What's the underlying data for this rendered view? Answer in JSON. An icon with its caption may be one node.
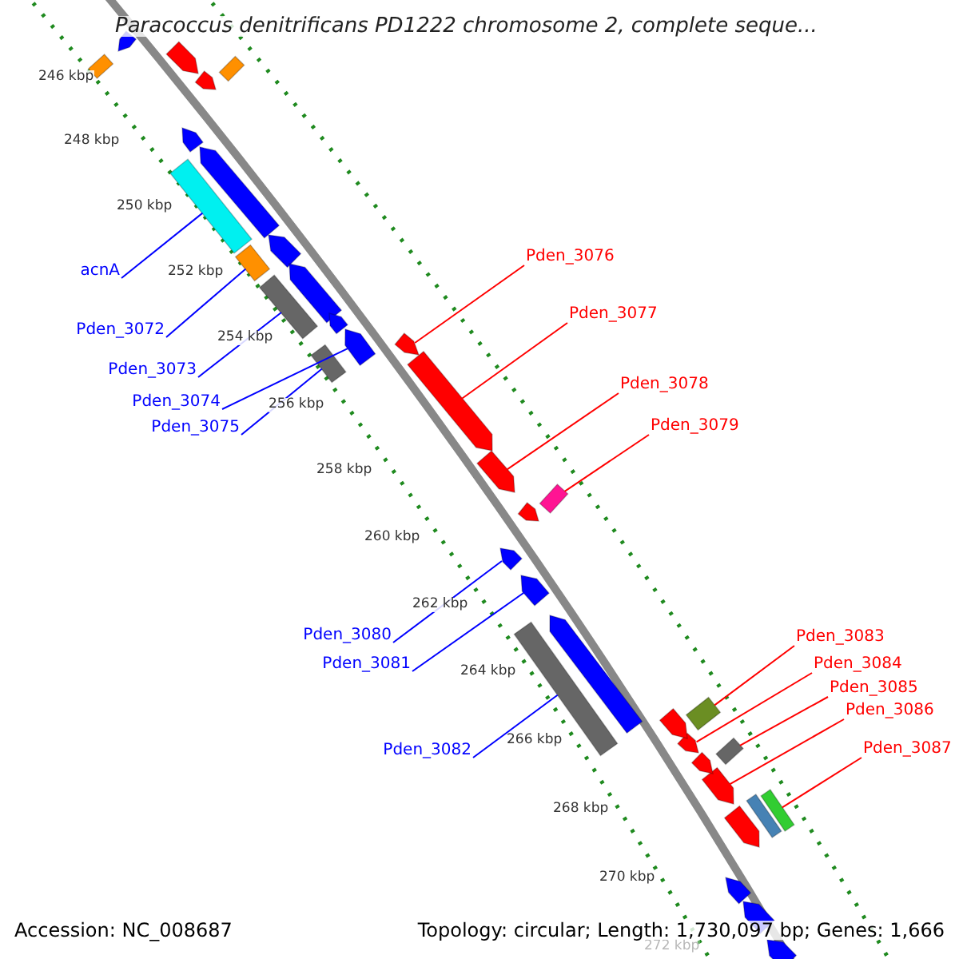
{
  "diagram": {
    "title": "Paracoccus denitrificans PD1222 chromosome 2, complete seque...",
    "nodes": [
      {
        "text": [
          "acnA"
        ]
      },
      {
        "text": [],
        "shape": "box"
      },
      {
        "text": [
          "Pden_3072"
        ]
      },
      {
        "text": [],
        "shape": "box"
      },
      {
        "text": [
          "Pden_3073"
        ]
      },
      {
        "text": [],
        "shape": "box"
      },
      {
        "text": [
          "Pden_3074"
        ]
      },
      {
        "text": [],
        "shape": "arrow"
      },
      {
        "text": [
          "Pden_3075"
        ]
      },
      {
        "text": [],
        "shape": "box"
      },
      {
        "text": [
          "Pden_3076"
        ]
      },
      {
        "text": [],
        "shape": "arrow"
      },
      {
        "text": [
          "Pden_3077"
        ]
      },
      {
        "text": [],
        "shape": "arrow"
      },
      {
        "text": [
          "Pden_3078"
        ]
      },
      {
        "text": [],
        "shape": "arrow"
      },
      {
        "text": [
          "Pden_3079"
        ]
      },
      {
        "text": [],
        "shape": "box"
      },
      {
        "text": [
          "Pden_3080"
        ]
      },
      {
        "text": [],
        "shape": "arrow"
      },
      {
        "text": [
          "Pden_3081"
        ]
      },
      {
        "text": [],
        "shape": "arrow"
      },
      {
        "text": [
          "Pden_3082"
        ]
      },
      {
        "text": [],
        "shape": "box"
      },
      {
        "text": [
          "Pden_3083"
        ]
      },
      {
        "text": [],
        "shape": "box"
      },
      {
        "text": [
          "Pden_3084"
        ]
      },
      {
        "text": [],
        "shape": "arrow"
      },
      {
        "text": [
          "Pden_3085"
        ]
      },
      {
        "text": [],
        "shape": "box"
      },
      {
        "text": [
          "Pden_3086"
        ]
      },
      {
        "text": [],
        "shape": "arrow"
      },
      {
        "text": [
          "Pden_3087"
        ]
      },
      {
        "text": [],
        "shape": "box"
      },
      {
        "text": [],
        "shape": "arrow"
      },
      {
        "text": [],
        "shape": "box"
      },
      {
        "text": [],
        "shape": "arrow"
      },
      {
        "text": [],
        "shape": "arrow"
      },
      {
        "text": [],
        "shape": "box"
      },
      {
        "text": [],
        "shape": "arrow"
      },
      {
        "text": [],
        "shape": "arrow"
      },
      {
        "text": [],
        "shape": "arrow"
      },
      {
        "text": [],
        "shape": "arrow"
      },
      {
        "text": [],
        "shape": "arrow"
      },
      {
        "text": [],
        "shape": "arrow"
      },
      {
        "text": [],
        "shape": "arrow"
      },
      {
        "text": [],
        "shape": "arrow"
      },
      {
        "text": [],
        "shape": "arrow"
      },
      {
        "text": [],
        "shape": "arrow"
      },
      {
        "text": [],
        "shape": "box"
      },
      {
        "text": [],
        "shape": "arrow"
      },
      {
        "text": [],
        "shape": "arrow"
      },
      {
        "text": [],
        "shape": "arrow"
      }
    ],
    "edges": [
      {
        "from": 0,
        "to": 1,
        "arrow": "none",
        "color": "#0000ff"
      },
      {
        "from": 2,
        "to": 3,
        "arrow": "none",
        "color": "#0000ff"
      },
      {
        "from": 4,
        "to": 5,
        "arrow": "none",
        "color": "#0000ff"
      },
      {
        "from": 6,
        "to": 7,
        "arrow": "none",
        "color": "#0000ff"
      },
      {
        "from": 8,
        "to": 9,
        "arrow": "none",
        "color": "#0000ff"
      },
      {
        "from": 10,
        "to": 11,
        "arrow": "none"
      },
      {
        "from": 12,
        "to": 13,
        "arrow": "none"
      },
      {
        "from": 14,
        "to": 15,
        "arrow": "none"
      },
      {
        "from": 16,
        "to": 17,
        "arrow": "none"
      },
      {
        "from": 18,
        "to": 19,
        "arrow": "none",
        "color": "#0000ff"
      },
      {
        "from": 20,
        "to": 21,
        "arrow": "none",
        "color": "#0000ff"
      },
      {
        "from": 22,
        "to": 23,
        "arrow": "none",
        "color": "#0000ff"
      },
      {
        "from": 24,
        "to": 25,
        "arrow": "none"
      },
      {
        "from": 26,
        "to": 27,
        "arrow": "none"
      },
      {
        "from": 28,
        "to": 29,
        "arrow": "none"
      },
      {
        "from": 30,
        "to": 31,
        "arrow": "none"
      },
      {
        "from": 32,
        "to": 33,
        "arrow": "none"
      }
    ],
    "labels": [
      "246 kbp",
      "248 kbp",
      "250 kbp",
      "252 kbp",
      "254 kbp",
      "256 kbp",
      "258 kbp",
      "260 kbp",
      "262 kbp",
      "264 kbp",
      "266 kbp",
      "268 kbp",
      "270 kbp",
      "272 kbp",
      "Accession: NC_008687",
      "Topology: circular; Length: 1,730,097 bp; Genes: 1,666"
    ]
  }
}
